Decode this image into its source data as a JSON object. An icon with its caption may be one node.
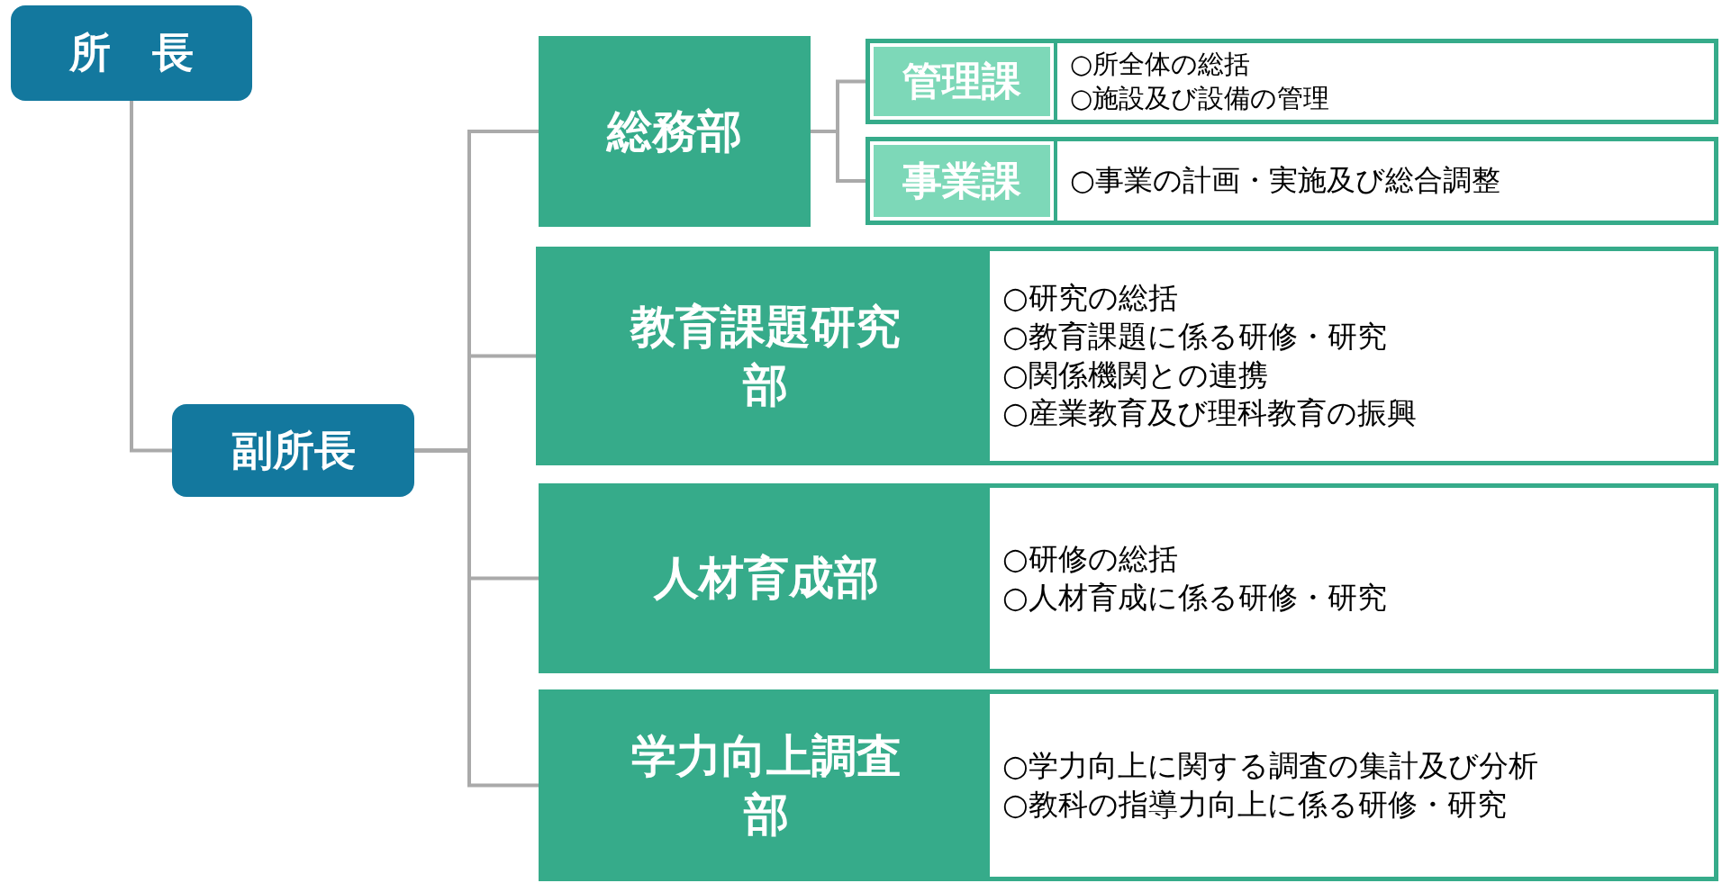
{
  "diagram": {
    "nodes": [
      {
        "text": [
          "所　長"
        ]
      },
      {
        "text": [
          "副所長"
        ]
      },
      {
        "text": [
          "総務部"
        ]
      },
      {
        "text": [
          "管理課",
          "○所全体の総括",
          "○施設及び設備の管理"
        ]
      },
      {
        "text": [
          "事業課",
          "○事業の計画・実施及び総合調整"
        ]
      },
      {
        "text": [
          "教育課題研究部",
          "○研究の総括",
          "○教育課題に係る研修・研究",
          "○関係機関との連携",
          "○産業教育及び理科教育の振興"
        ]
      },
      {
        "text": [
          "人材育成部",
          "○研修の総括",
          "○人材育成に係る研修・研究"
        ]
      },
      {
        "text": [
          "学力向上調査部",
          "○学力向上に関する調査の集計及び分析",
          "○教科の指導力向上に係る研修・研究"
        ]
      }
    ],
    "edges": [
      {
        "from": 0,
        "to": 1,
        "arrow": "none"
      },
      {
        "from": 1,
        "to": 2,
        "arrow": "none"
      },
      {
        "from": 1,
        "to": 5,
        "arrow": "none"
      },
      {
        "from": 1,
        "to": 6,
        "arrow": "none"
      },
      {
        "from": 1,
        "to": 7,
        "arrow": "none"
      },
      {
        "from": 2,
        "to": 3,
        "arrow": "none"
      },
      {
        "from": 2,
        "to": 4,
        "arrow": "none"
      }
    ]
  }
}
